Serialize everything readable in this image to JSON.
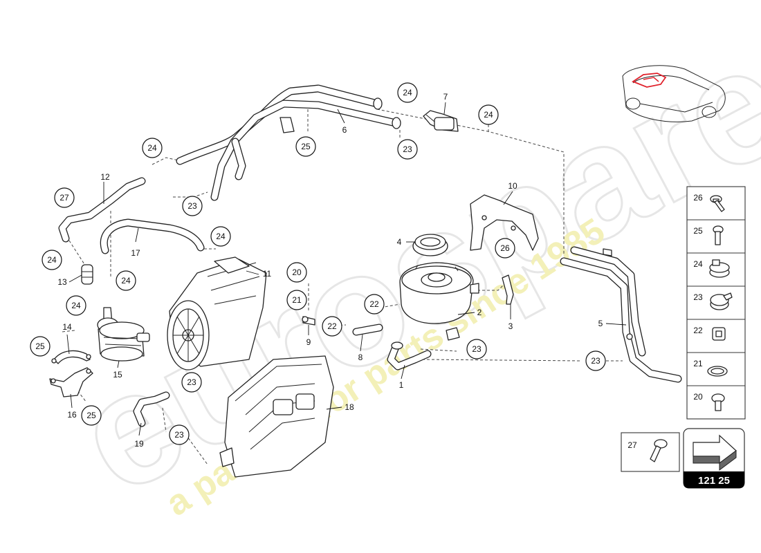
{
  "diagram_code": "121 25",
  "watermark": {
    "brand": "eurospares",
    "tagline": "a passion for parts since 1985"
  },
  "callouts": {
    "c1": "1",
    "c2": "2",
    "c3": "3",
    "c4": "4",
    "c5": "5",
    "c6": "6",
    "c7": "7",
    "c8": "8",
    "c9": "9",
    "c10": "10",
    "c11": "11",
    "c12": "12",
    "c13": "13",
    "c14": "14",
    "c15": "15",
    "c16": "16",
    "c17": "17",
    "c18": "18",
    "c19": "19",
    "b20": "20",
    "b21": "21",
    "b22a": "22",
    "b22b": "22",
    "b23a": "23",
    "b23b": "23",
    "b23c": "23",
    "b23d": "23",
    "b23e": "23",
    "b23f": "23",
    "b24a": "24",
    "b24b": "24",
    "b24c": "24",
    "b24d": "24",
    "b24e": "24",
    "b24f": "24",
    "b24g": "24",
    "b25a": "25",
    "b25b": "25",
    "b25c": "25",
    "b26": "26",
    "b27": "27"
  },
  "legend": {
    "items": [
      {
        "number": "26",
        "icon": "flange-bolt-icon"
      },
      {
        "number": "25",
        "icon": "hex-bolt-icon"
      },
      {
        "number": "24",
        "icon": "hose-clamp-icon"
      },
      {
        "number": "23",
        "icon": "spring-clamp-icon"
      },
      {
        "number": "22",
        "icon": "clip-icon"
      },
      {
        "number": "21",
        "icon": "o-ring-icon"
      },
      {
        "number": "20",
        "icon": "pan-screw-icon"
      }
    ],
    "extra": {
      "number": "27",
      "icon": "collar-bolt-icon"
    }
  },
  "colors": {
    "line": "#222222",
    "watermark": "#eeeeee",
    "tagline": "#f3f0b8",
    "car_highlight": "#e0202a",
    "code_bg": "#000000",
    "code_text": "#ffffff"
  }
}
